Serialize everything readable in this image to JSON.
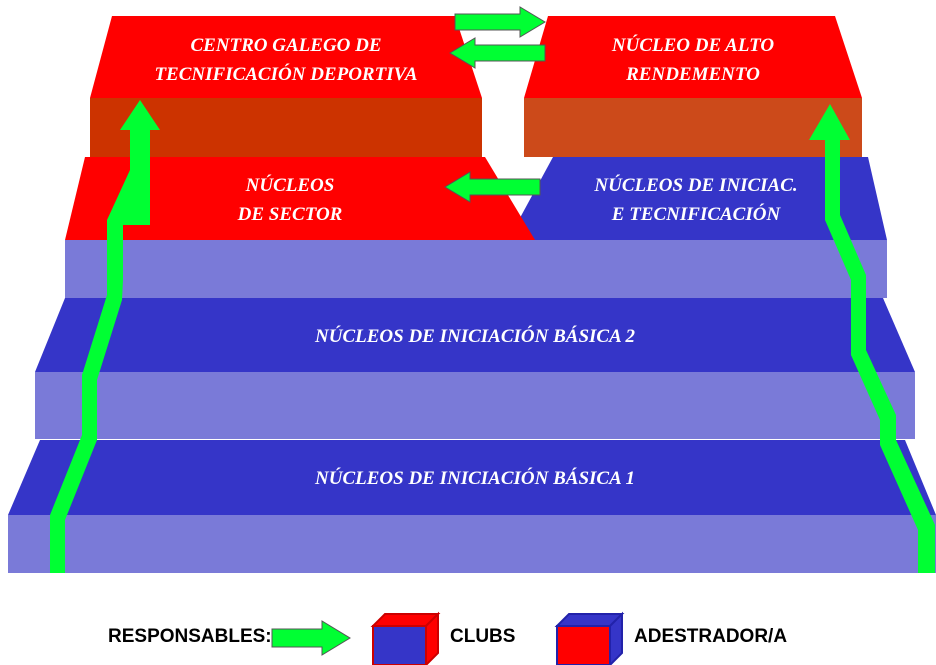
{
  "levels": {
    "basic1": "NÚCLEOS DE INICIACIÓN BÁSICA 1",
    "basic2": "NÚCLEOS DE INICIACIÓN BÁSICA 2",
    "sector": [
      "NÚCLEOS",
      "DE SECTOR"
    ],
    "initiation": [
      "NÚCLEOS DE  INICIAC.",
      "E TECNIFICACIÓN"
    ],
    "centro": [
      "CENTRO GALEGO DE",
      "TECNIFICACIÓN DEPORTIVA"
    ],
    "alto": [
      "NÚCLEO DE ALTO",
      "RENDEMENTO"
    ]
  },
  "legend": {
    "responsables": "RESPONSABLES:",
    "clubs": "CLUBS",
    "adestrador": "ADESTRADOR/A"
  },
  "colors": {
    "blue_top": "#3535c8",
    "blue_front": "#7a7ad8",
    "red_top": "#ff0000",
    "red_front": "#cc3300",
    "green_arrow": "#00ff33"
  }
}
